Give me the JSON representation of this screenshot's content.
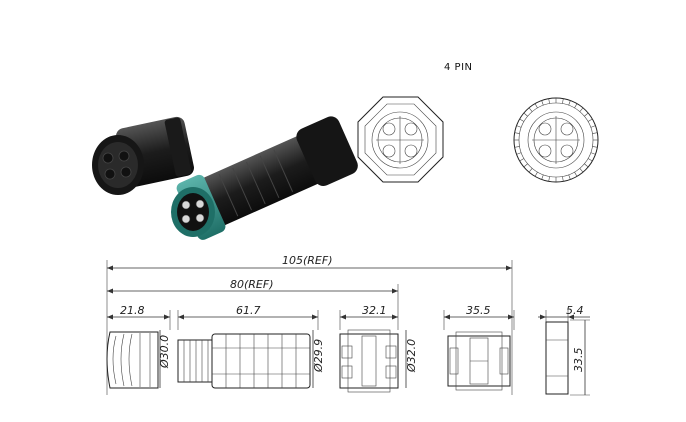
{
  "pin_label": "4 PIN",
  "dimensions": {
    "overall": "105(REF)",
    "body": "80(REF)",
    "cap": "21.8",
    "plug": "61.7",
    "socket": "32.1",
    "panel": "35.5",
    "side": "5.4",
    "d_cap": "Ø30.0",
    "d_plug": "Ø29.9",
    "d_socket": "Ø32.0",
    "d_panel": "33.5"
  },
  "colors": {
    "body_black": "#1c1c1c",
    "accent_teal": "#2f8f86",
    "line": "#222222"
  }
}
